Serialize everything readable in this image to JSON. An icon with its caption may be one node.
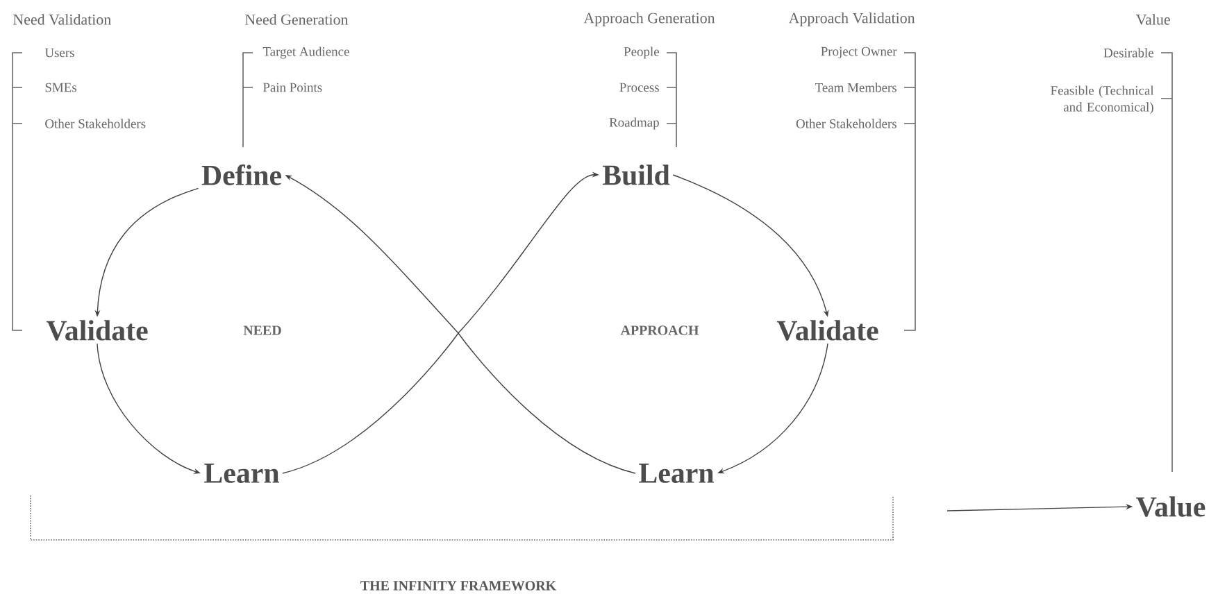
{
  "diagram": {
    "title": "THE INFINITY FRAMEWORK",
    "nodes": [
      {
        "text": [
          "Define"
        ]
      },
      {
        "text": [
          "Validate"
        ]
      },
      {
        "text": [
          "Learn"
        ]
      },
      {
        "text": [
          "Build"
        ]
      },
      {
        "text": [
          "Validate"
        ]
      },
      {
        "text": [
          "Learn"
        ]
      },
      {
        "text": [
          "Value"
        ]
      }
    ],
    "edges": [
      {
        "from": 0,
        "to": 1,
        "arrow": "to"
      },
      {
        "from": 1,
        "to": 2,
        "arrow": "to"
      },
      {
        "from": 2,
        "to": 3,
        "arrow": "to"
      },
      {
        "from": 3,
        "to": 4,
        "arrow": "to"
      },
      {
        "from": 4,
        "to": 5,
        "arrow": "to"
      },
      {
        "from": 5,
        "to": 0,
        "arrow": "to"
      },
      {
        "from": null,
        "to": 6,
        "arrow": "to"
      }
    ],
    "labels": [
      "Need Validation",
      "Users",
      "SMEs",
      "Other Stakeholders",
      "Need Generation",
      "Target Audience",
      "Pain Points",
      "Approach Generation",
      "People",
      "Process",
      "Roadmap",
      "Approach Validation",
      "Project Owner",
      "Team Members",
      "Other Stakeholders",
      "Value",
      "Desirable",
      "Feasible (Technical and Economical)",
      "NEED",
      "APPROACH"
    ]
  }
}
